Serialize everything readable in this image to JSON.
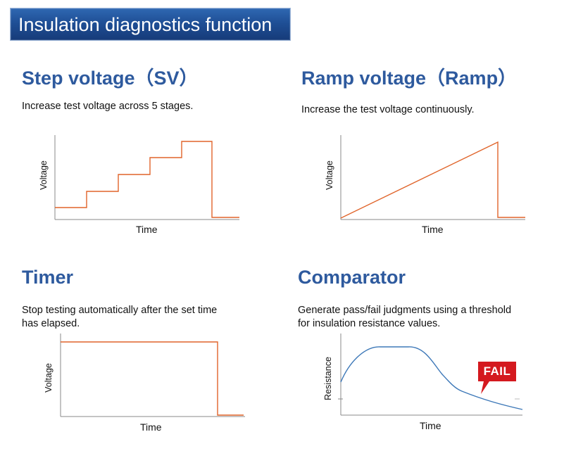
{
  "banner": {
    "title": "Insulation diagnostics function"
  },
  "colors": {
    "banner_blue": "#1f4f96",
    "heading_blue": "#2e5a9e",
    "trace_orange": "#e0642a",
    "trace_blue": "#3d78b8",
    "axis_gray": "#8a8a8a",
    "fail_red": "#d4191f"
  },
  "sections": {
    "step_voltage": {
      "heading": "Step voltage（SV）",
      "description": "Increase test voltage across 5 stages.",
      "ylabel": "Voltage",
      "xlabel": "Time"
    },
    "ramp_voltage": {
      "heading": "Ramp voltage（Ramp）",
      "description": "Increase the test voltage continuously.",
      "ylabel": "Voltage",
      "xlabel": "Time"
    },
    "timer": {
      "heading": "Timer",
      "description_line1": "Stop testing automatically after the set time",
      "description_line2": "has elapsed.",
      "ylabel": "Voltage",
      "xlabel": "Time"
    },
    "comparator": {
      "heading": "Comparator",
      "description_line1": "Generate pass/fail judgments using a threshold",
      "description_line2": "for insulation resistance values.",
      "ylabel": "Resistance",
      "xlabel": "Time",
      "fail_label": "FAIL"
    }
  }
}
